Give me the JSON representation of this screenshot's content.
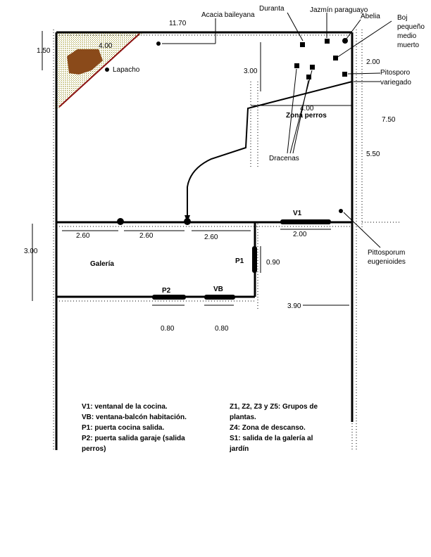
{
  "dimensions": {
    "top_width": "11.70",
    "left_top": "1.50",
    "right_a": "2.00",
    "right_b": "7.50",
    "mid_3": "3.00",
    "zona_4": "4.00",
    "top_4": "4.00",
    "right_550": "5.50",
    "seg_a": "2.60",
    "seg_b": "2.60",
    "seg_c": "2.60",
    "v1_width": "2.00",
    "left_galeria": "3.00",
    "p1_width": "0.90",
    "galeria_width": "3.90",
    "p2_width": "0.80",
    "vb_width": "0.80"
  },
  "plants": {
    "acacia": "Acacia baileyana",
    "duranta": "Duranta",
    "jazmin": "Jazmín paraguayo",
    "abelia": "Abelia",
    "boj": [
      "Boj",
      "pequeño",
      "medio",
      "muerto"
    ],
    "pitosporo": [
      "Pitosporo",
      "variegado"
    ],
    "lapacho": "Lapacho",
    "dracenas": "Dracenas",
    "pittosporum": [
      "Pittosporum",
      "eugenioides"
    ]
  },
  "zones": {
    "zona_perros": "Zona perros",
    "galeria": "Galería"
  },
  "openings": {
    "v1": "V1",
    "p1": "P1",
    "p2": "P2",
    "vb": "VB"
  },
  "legend_left": [
    "V1: ventanal de la cocina.",
    "VB: ventana-balcón habitación.",
    "P1: puerta cocina salida.",
    "P2: puerta salida garaje (salida",
    "perros)"
  ],
  "legend_right": [
    "Z1, Z2, Z3 y Z5: Grupos de",
    "plantas.",
    "Z4: Zona de descanso.",
    "S1: salida de la galería al",
    "jardín"
  ]
}
